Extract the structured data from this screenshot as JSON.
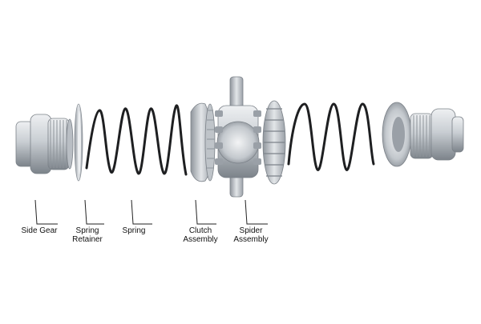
{
  "diagram": {
    "title": "",
    "labels": [
      {
        "id": "side-gear",
        "lines": [
          "Side Gear"
        ]
      },
      {
        "id": "spring-retainer",
        "lines": [
          "Spring",
          "Retainer"
        ]
      },
      {
        "id": "spring",
        "lines": [
          "Spring"
        ]
      },
      {
        "id": "clutch-assembly",
        "lines": [
          "Clutch",
          "Assembly"
        ]
      },
      {
        "id": "spider-assembly",
        "lines": [
          "Spider",
          "Assembly"
        ]
      }
    ],
    "colors": {
      "metal_light": "#d9dde2",
      "metal_mid": "#a9afb6",
      "metal_dark": "#6e747b",
      "spring": "#1e1f21",
      "leader": "#222222"
    }
  }
}
